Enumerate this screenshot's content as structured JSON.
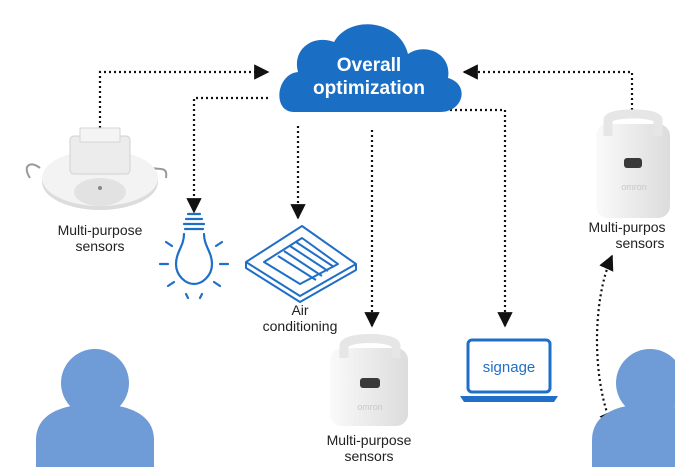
{
  "cloud": {
    "line1": "Overall",
    "line2": "optimization"
  },
  "labels": {
    "sensor_left_1": "Multi-purpose",
    "sensor_left_2": "sensors",
    "sensor_right_1": "Multi-purpos",
    "sensor_right_2": "sensors",
    "aircon_1": "Air",
    "aircon_2": "conditioning",
    "sensor_center_1": "Multi-purpose",
    "sensor_center_2": "sensors",
    "signage": "signage"
  },
  "brand": "omron",
  "icons": [
    "cloud-icon",
    "ceiling-sensor-icon",
    "light-bulb-icon",
    "air-conditioner-icon",
    "portable-sensor-icon",
    "laptop-icon",
    "person-icon"
  ],
  "colors": {
    "cloud": "#1a6fc4",
    "line_icon": "#1f6fc8",
    "person": "#6f9bd6",
    "device": "#eeeeee"
  }
}
